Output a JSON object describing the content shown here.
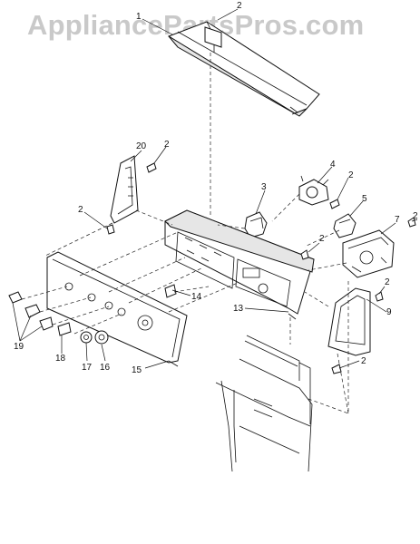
{
  "watermark": "AppliancePartsPros.com",
  "callouts": {
    "c1": "1",
    "c2_top": "2",
    "c20": "20",
    "c2_a": "2",
    "c2_b": "2",
    "c3": "3",
    "c4": "4",
    "c2_c": "2",
    "c5": "5",
    "c7": "7",
    "c2_d": "2",
    "c2_e": "2",
    "c2_f": "2",
    "c14": "14",
    "c13": "13",
    "c9": "9",
    "c19": "19",
    "c18": "18",
    "c17": "17",
    "c16": "16",
    "c15": "15",
    "c2_g": "2"
  }
}
